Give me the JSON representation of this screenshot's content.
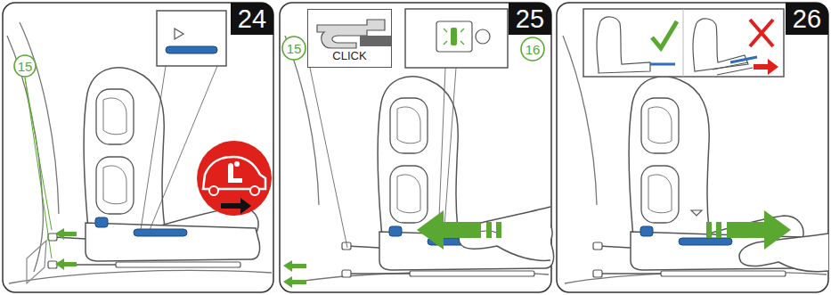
{
  "diagram": {
    "nodes": [
      {
        "text": [
          "24"
        ]
      },
      {
        "text": [
          "15"
        ]
      },
      {
        "text": [
          "25"
        ]
      },
      {
        "text": [
          "CLICK"
        ]
      },
      {
        "text": [
          "15"
        ]
      },
      {
        "text": [
          "16"
        ]
      },
      {
        "text": [
          "26"
        ]
      }
    ]
  }
}
